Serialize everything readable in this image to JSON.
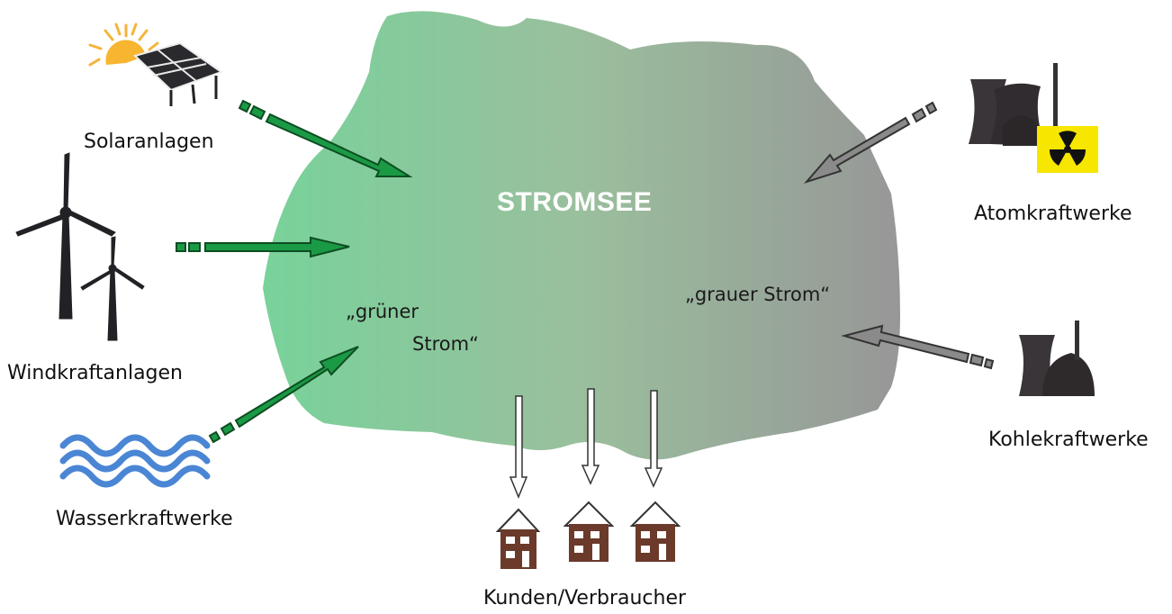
{
  "lake": {
    "title": "STROMSEE",
    "green_label_line1": "„grüner",
    "green_label_line2": "Strom“",
    "grey_label": "„grauer Strom“"
  },
  "sources": {
    "solar": "Solaranlagen",
    "wind": "Windkraftanlagen",
    "water": "Wasserkraftwerke",
    "nuclear": "Atomkraftwerke",
    "coal": "Kohlekraftwerke"
  },
  "consumers": {
    "label": "Kunden/Verbraucher"
  },
  "colors": {
    "green_arrow": "#1a9a45",
    "grey_arrow": "#8a8a8a",
    "lake_green": "#7fd19b",
    "lake_grey": "#9a9a9a",
    "sun": "#f5b43a",
    "water": "#4a86d4",
    "house": "#6b3a2a",
    "radiation_bg": "#f7e600"
  }
}
